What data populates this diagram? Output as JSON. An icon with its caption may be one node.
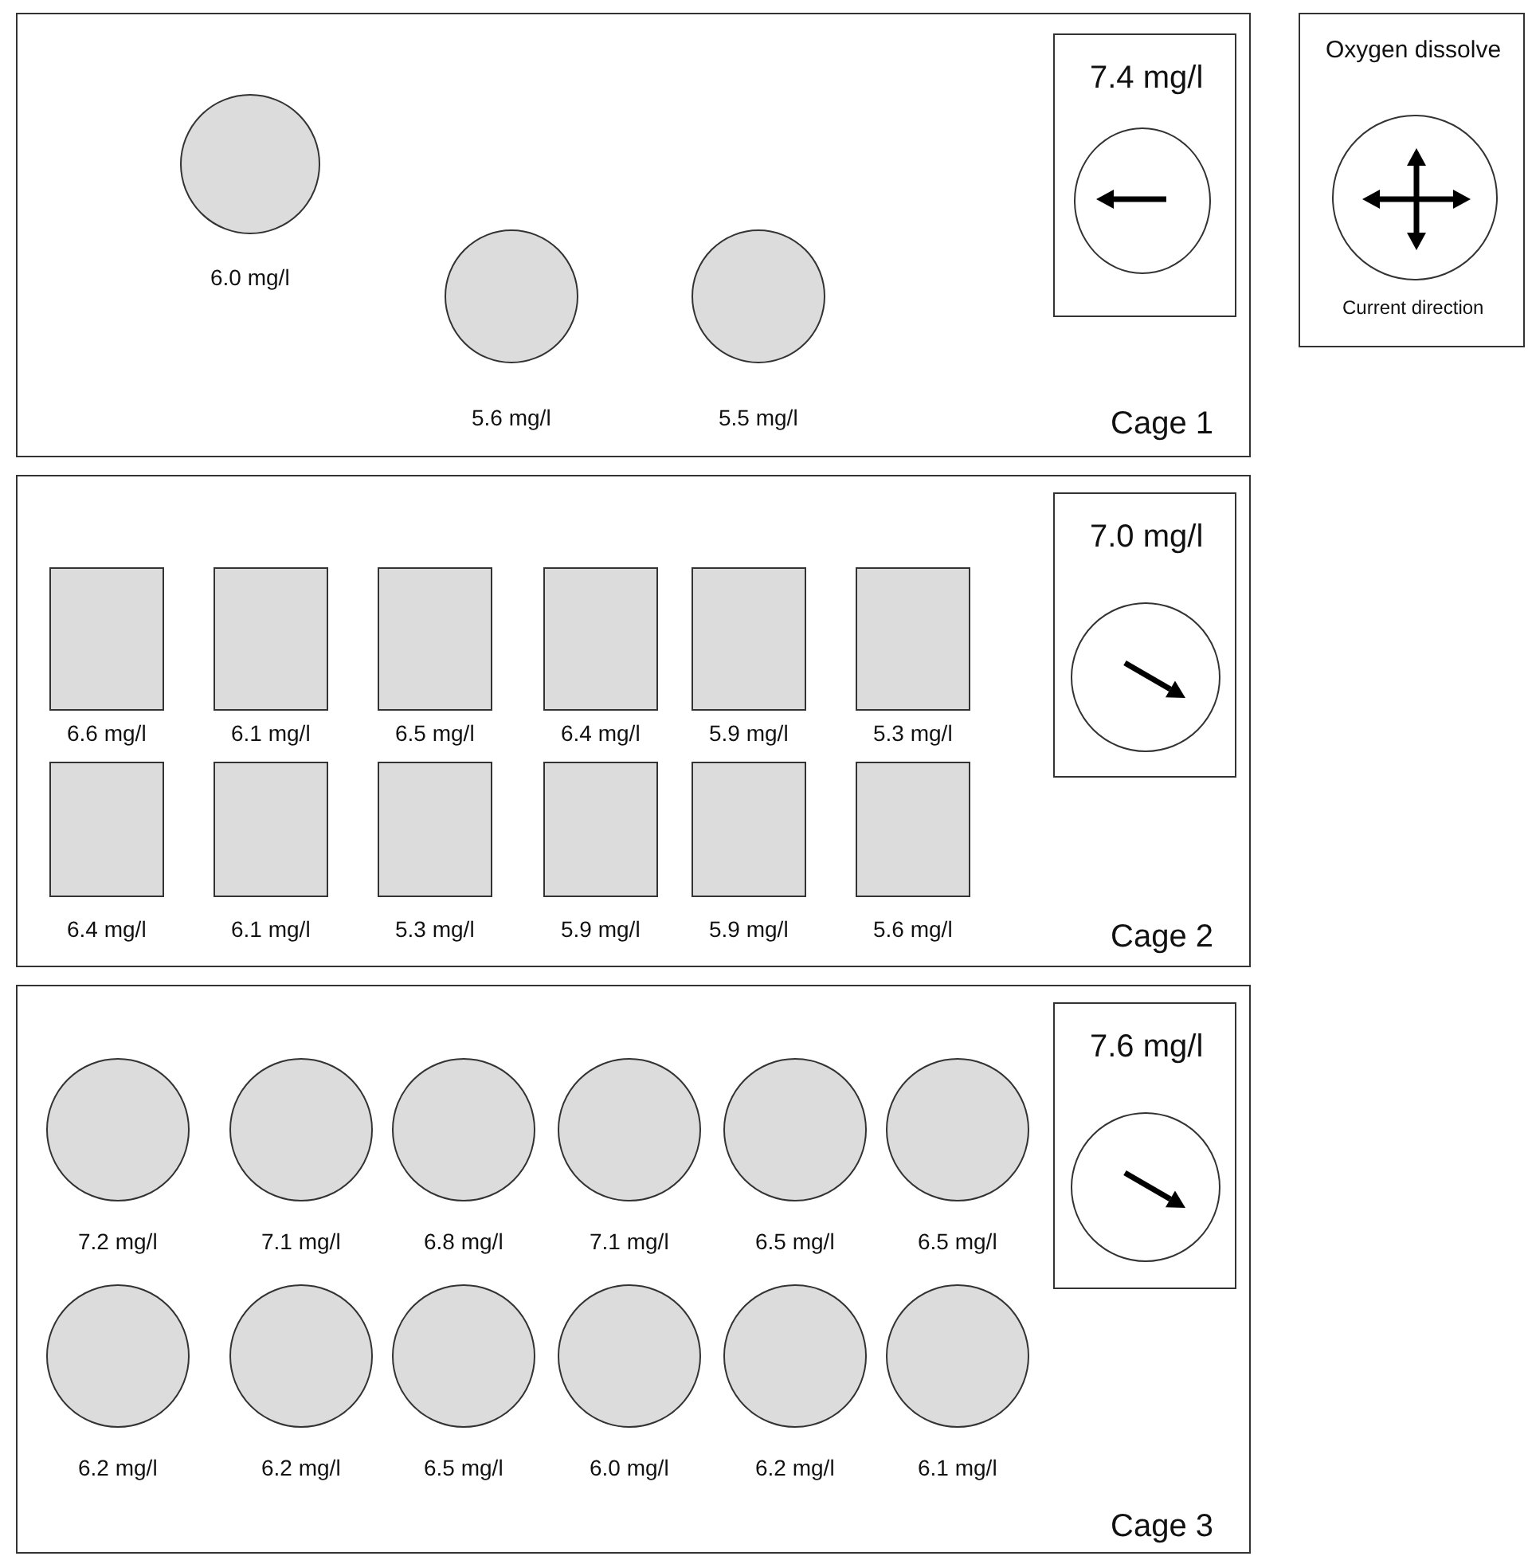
{
  "diagram": {
    "nodes": [
      {
        "text": [
          "Cage 1"
        ]
      },
      {
        "text": [],
        "shape": "circle",
        "in": 0,
        "beside": [
          "6.0 mg/l"
        ]
      },
      {
        "text": [],
        "shape": "circle",
        "in": 0,
        "beside": [
          "5.6 mg/l"
        ]
      },
      {
        "text": [],
        "shape": "circle",
        "in": 0,
        "beside": [
          "5.5 mg/l"
        ]
      },
      {
        "text": [
          "7.4 mg/l"
        ],
        "in": 0
      },
      {
        "text": [],
        "shape": "circle",
        "in": 4
      },
      {
        "text": [
          "Cage 2"
        ]
      },
      {
        "text": [],
        "shape": "box",
        "in": 6,
        "beside": [
          "6.6 mg/l"
        ]
      },
      {
        "text": [],
        "shape": "box",
        "in": 6,
        "beside": [
          "6.1 mg/l"
        ]
      },
      {
        "text": [],
        "shape": "box",
        "in": 6,
        "beside": [
          "6.5 mg/l"
        ]
      },
      {
        "text": [],
        "shape": "box",
        "in": 6,
        "beside": [
          "6.4 mg/l"
        ]
      },
      {
        "text": [],
        "shape": "box",
        "in": 6,
        "beside": [
          "5.9 mg/l"
        ]
      },
      {
        "text": [],
        "shape": "box",
        "in": 6,
        "beside": [
          "5.3 mg/l"
        ]
      },
      {
        "text": [],
        "shape": "box",
        "in": 6,
        "beside": [
          "6.4 mg/l"
        ]
      },
      {
        "text": [],
        "shape": "box",
        "in": 6,
        "beside": [
          "6.1 mg/l"
        ]
      },
      {
        "text": [],
        "shape": "box",
        "in": 6,
        "beside": [
          "5.3 mg/l"
        ]
      },
      {
        "text": [],
        "shape": "box",
        "in": 6,
        "beside": [
          "5.9 mg/l"
        ]
      },
      {
        "text": [],
        "shape": "box",
        "in": 6,
        "beside": [
          "5.9 mg/l"
        ]
      },
      {
        "text": [],
        "shape": "box",
        "in": 6,
        "beside": [
          "5.6 mg/l"
        ]
      },
      {
        "text": [
          "7.0 mg/l"
        ],
        "in": 6
      },
      {
        "text": [],
        "shape": "circle",
        "in": 19
      },
      {
        "text": [
          "Cage 3"
        ]
      },
      {
        "text": [],
        "shape": "circle",
        "in": 21,
        "beside": [
          "7.2 mg/l"
        ]
      },
      {
        "text": [],
        "shape": "circle",
        "in": 21,
        "beside": [
          "7.1 mg/l"
        ]
      },
      {
        "text": [],
        "shape": "circle",
        "in": 21,
        "beside": [
          "6.8 mg/l"
        ]
      },
      {
        "text": [],
        "shape": "circle",
        "in": 21,
        "beside": [
          "7.1 mg/l"
        ]
      },
      {
        "text": [],
        "shape": "circle",
        "in": 21,
        "beside": [
          "6.5 mg/l"
        ]
      },
      {
        "text": [],
        "shape": "circle",
        "in": 21,
        "beside": [
          "6.5 mg/l"
        ]
      },
      {
        "text": [],
        "shape": "circle",
        "in": 21,
        "beside": [
          "6.2 mg/l"
        ]
      },
      {
        "text": [],
        "shape": "circle",
        "in": 21,
        "beside": [
          "6.2 mg/l"
        ]
      },
      {
        "text": [],
        "shape": "circle",
        "in": 21,
        "beside": [
          "6.5 mg/l"
        ]
      },
      {
        "text": [],
        "shape": "circle",
        "in": 21,
        "beside": [
          "6.0 mg/l"
        ]
      },
      {
        "text": [],
        "shape": "circle",
        "in": 21,
        "beside": [
          "6.2 mg/l"
        ]
      },
      {
        "text": [],
        "shape": "circle",
        "in": 21,
        "beside": [
          "6.1 mg/l"
        ]
      },
      {
        "text": [
          "7.6 mg/l"
        ],
        "in": 21
      },
      {
        "text": [],
        "shape": "circle",
        "in": 34
      },
      {
        "text": [
          "Oxygen dissolve",
          "Current direction"
        ]
      },
      {
        "text": [],
        "shape": "circle",
        "in": 36
      }
    ]
  }
}
